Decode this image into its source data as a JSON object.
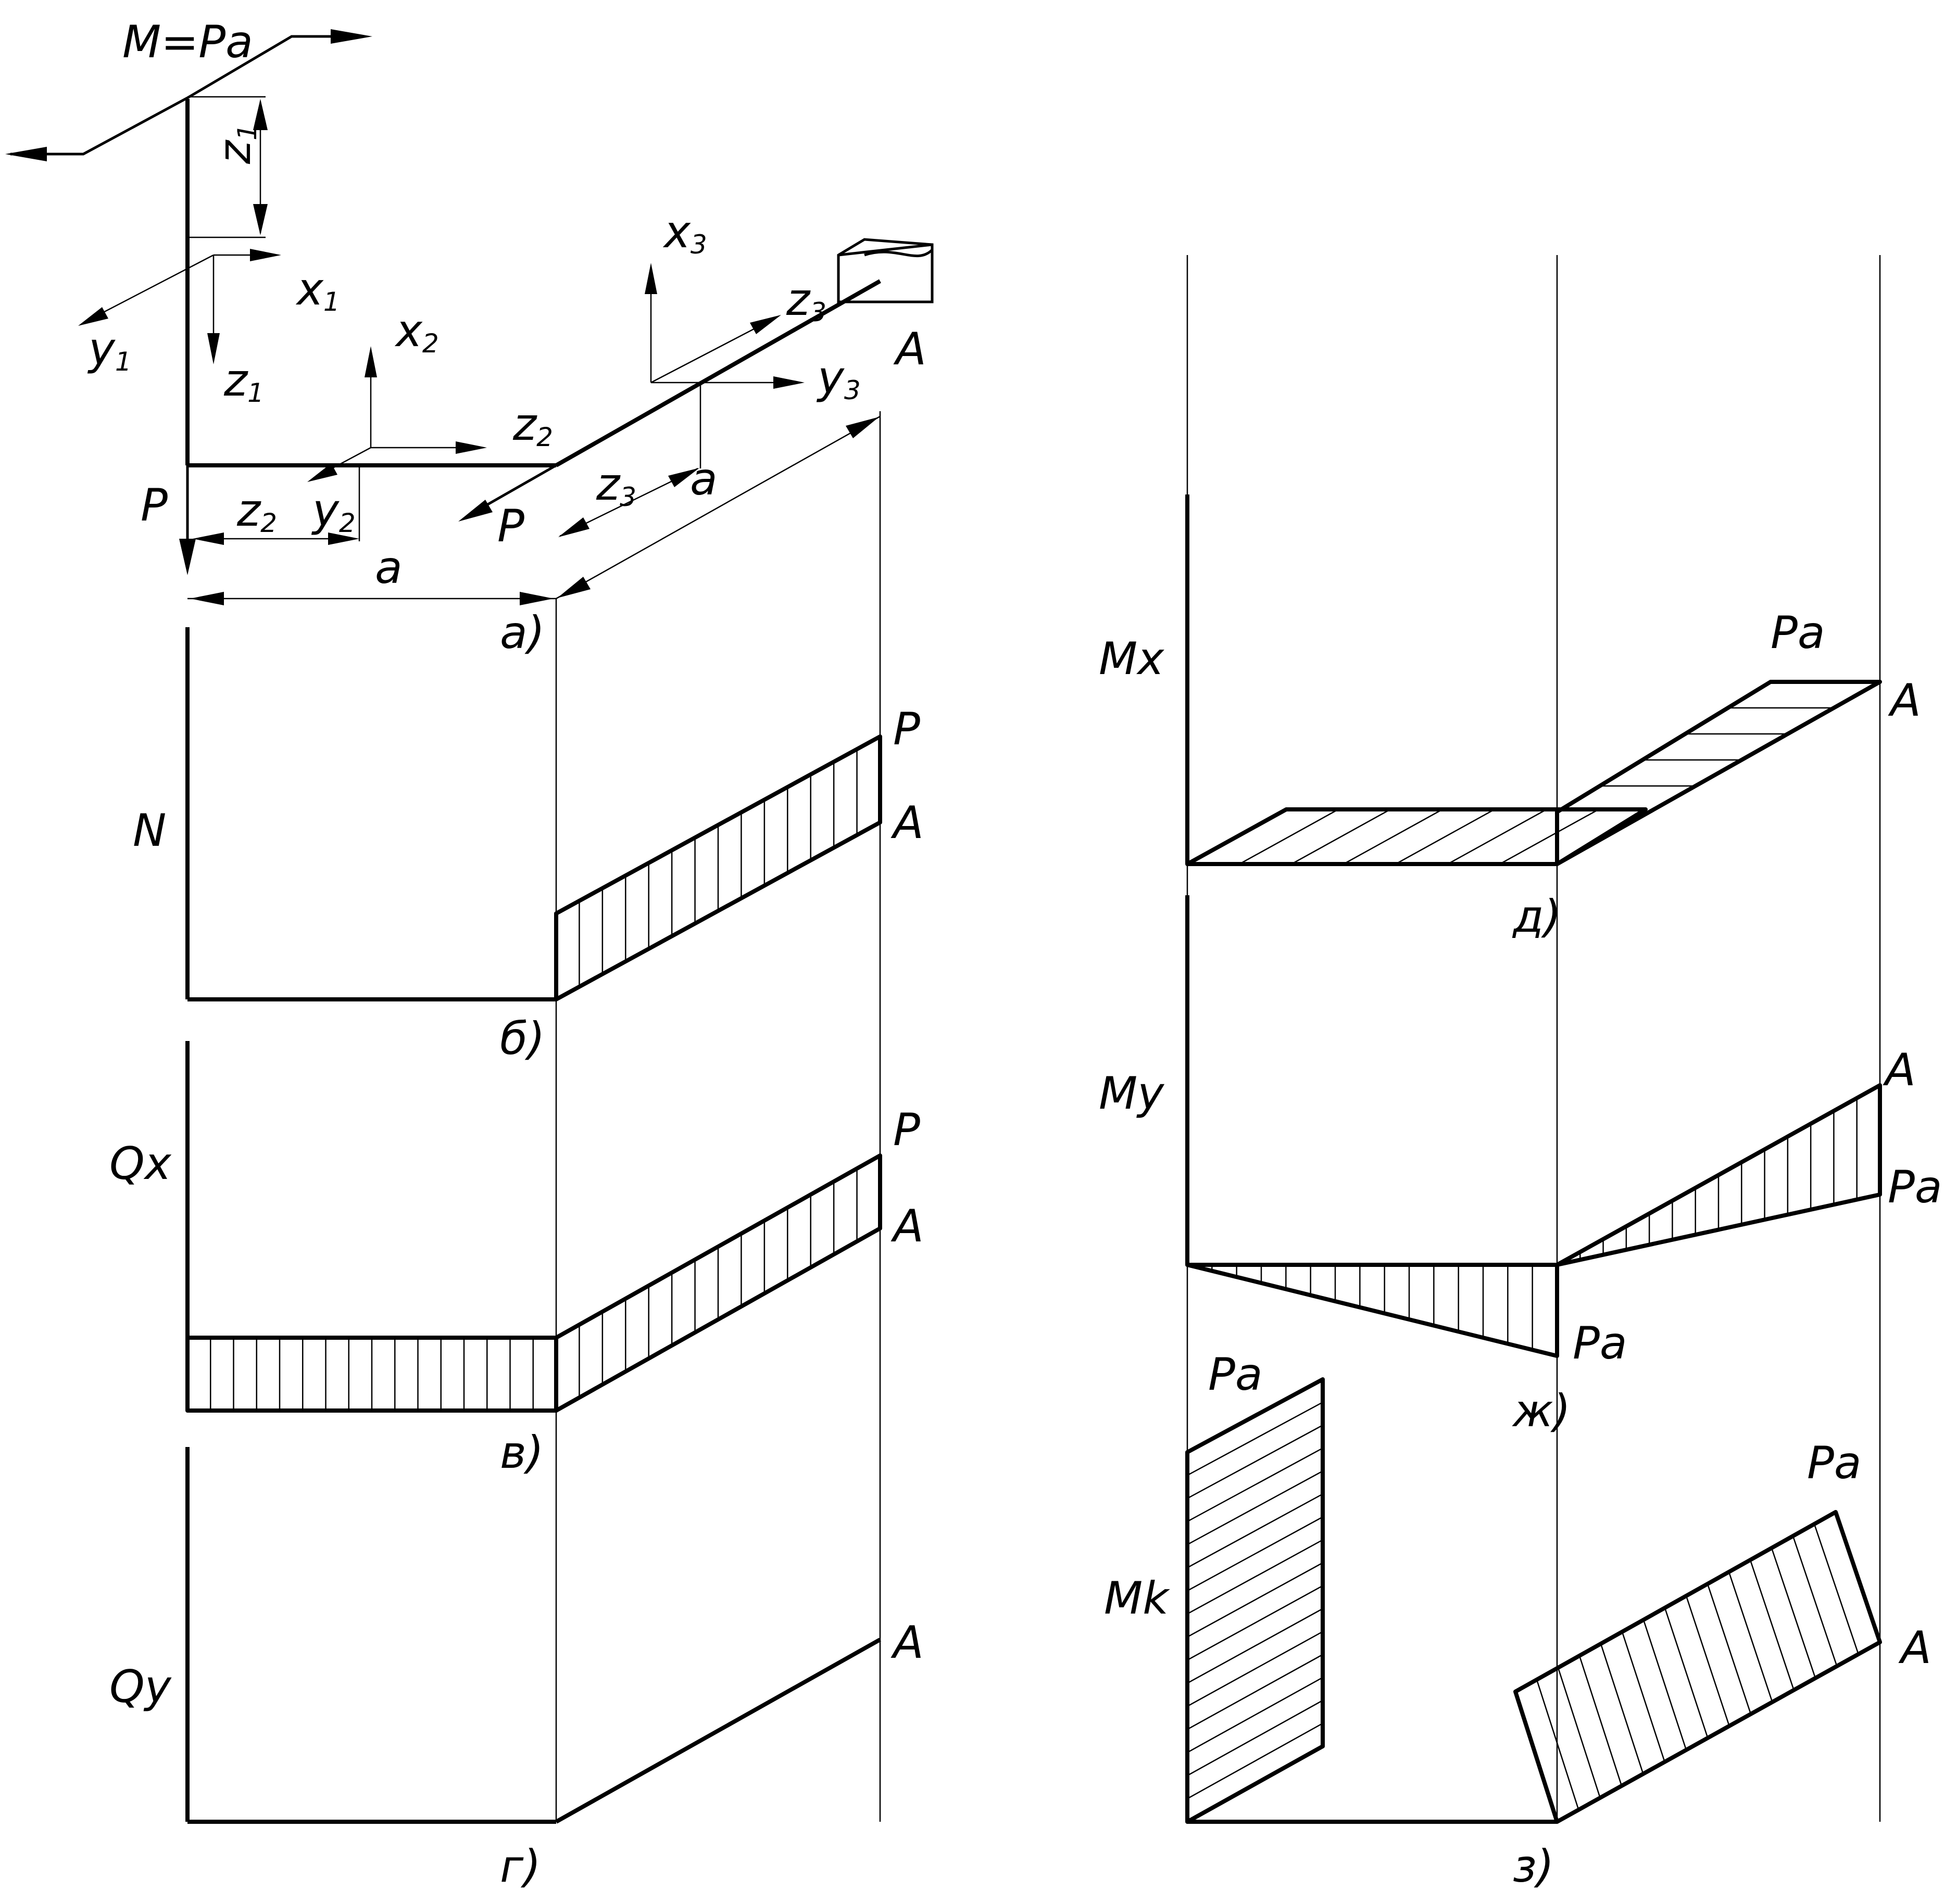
{
  "moment_label": "M=Pa",
  "force_labels": {
    "p_left": "P",
    "p_right": "P"
  },
  "dims": {
    "a_horizontal": "a",
    "a_diagonal": "a"
  },
  "support_label": "A",
  "axes": {
    "x1": "x",
    "x1_sub": "1",
    "y1": "y",
    "y1_sub": "1",
    "z1": "z",
    "z1_sub": "1",
    "z1_dim": "z",
    "z1_dim_sub": "1",
    "x2": "x",
    "x2_sub": "2",
    "y2": "y",
    "y2_sub": "2",
    "z2": "z",
    "z2_sub": "2",
    "z2_dim": "z",
    "z2_dim_sub": "2",
    "x3": "x",
    "x3_sub": "3",
    "y3": "y",
    "y3_sub": "3",
    "z3": "z",
    "z3_sub": "3",
    "z3_dim": "z",
    "z3_dim_sub": "3"
  },
  "panel_labels": {
    "a": "а)",
    "b": "б)",
    "v": "в)",
    "g": "г)",
    "d": "д)",
    "zh": "ж)",
    "z": "з)"
  },
  "diagram_titles": {
    "N": "N",
    "Qx": "Qx",
    "Qy": "Qy",
    "Mx": "Mx",
    "My": "My",
    "Mk": "Mk"
  },
  "value_labels": {
    "n_p": "P",
    "qx_p": "P",
    "mx_pa": "Pa",
    "my_pa_right": "Pa",
    "my_pa_mid": "Pa",
    "mk_pa_left": "Pa",
    "mk_pa_right": "Pa"
  },
  "a_labels": {
    "a_top": "A",
    "a_n": "A",
    "a_qx": "A",
    "a_qy": "A",
    "a_mx": "A",
    "a_my": "A",
    "a_mk": "A"
  }
}
